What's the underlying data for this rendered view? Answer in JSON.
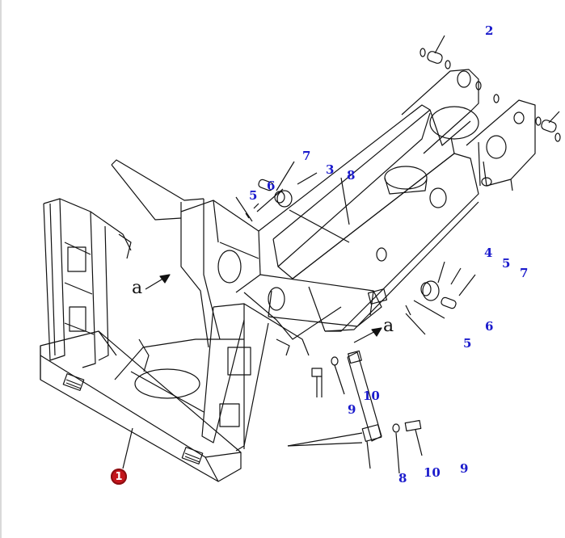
{
  "diagram": {
    "callouts": [
      {
        "id": "c2",
        "text": "2"
      },
      {
        "id": "c7a",
        "text": "7"
      },
      {
        "id": "c3",
        "text": "3"
      },
      {
        "id": "c8a",
        "text": "8"
      },
      {
        "id": "c6a",
        "text": "6"
      },
      {
        "id": "c5a",
        "text": "5"
      },
      {
        "id": "c4",
        "text": "4"
      },
      {
        "id": "c5b",
        "text": "5"
      },
      {
        "id": "c7b",
        "text": "7"
      },
      {
        "id": "c6b",
        "text": "6"
      },
      {
        "id": "c5c",
        "text": "5"
      },
      {
        "id": "c10a",
        "text": "10"
      },
      {
        "id": "c9a",
        "text": "9"
      },
      {
        "id": "c8b",
        "text": "8"
      },
      {
        "id": "c10b",
        "text": "10"
      },
      {
        "id": "c9b",
        "text": "9"
      }
    ],
    "view_marks": [
      {
        "id": "va1",
        "text": "a"
      },
      {
        "id": "va2",
        "text": "a"
      }
    ],
    "badge": {
      "text": "1",
      "color": "#c4161c"
    },
    "colors": {
      "callout": "#1a1acc",
      "line": "#111111"
    }
  }
}
